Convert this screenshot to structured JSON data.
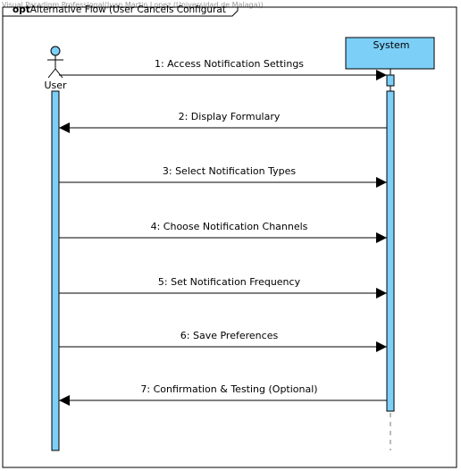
{
  "watermark": "Visual Paradigm Professional(Juan Martin Lopez (Universidad de Malaga))",
  "fragment": {
    "operator": "opt",
    "guard": "Alternative Flow (User Cancels Configurat"
  },
  "lifelines": {
    "user": {
      "label": "User",
      "kind": "actor"
    },
    "system": {
      "label": "System",
      "kind": "object"
    }
  },
  "messages": [
    {
      "label": "1: Access Notification Settings",
      "from": "user",
      "to": "system"
    },
    {
      "label": "2: Display Formulary",
      "from": "system",
      "to": "user"
    },
    {
      "label": "3: Select Notification Types",
      "from": "user",
      "to": "system"
    },
    {
      "label": "4: Choose Notification Channels",
      "from": "user",
      "to": "system"
    },
    {
      "label": "5: Set Notification Frequency",
      "from": "user",
      "to": "system"
    },
    {
      "label": "6: Save Preferences",
      "from": "user",
      "to": "system"
    },
    {
      "label": "7: Confirmation & Testing (Optional)",
      "from": "system",
      "to": "user"
    }
  ],
  "colors": {
    "activation_fill": "#7ccff7",
    "line": "#000000",
    "lifeline_dash": "#777777"
  }
}
